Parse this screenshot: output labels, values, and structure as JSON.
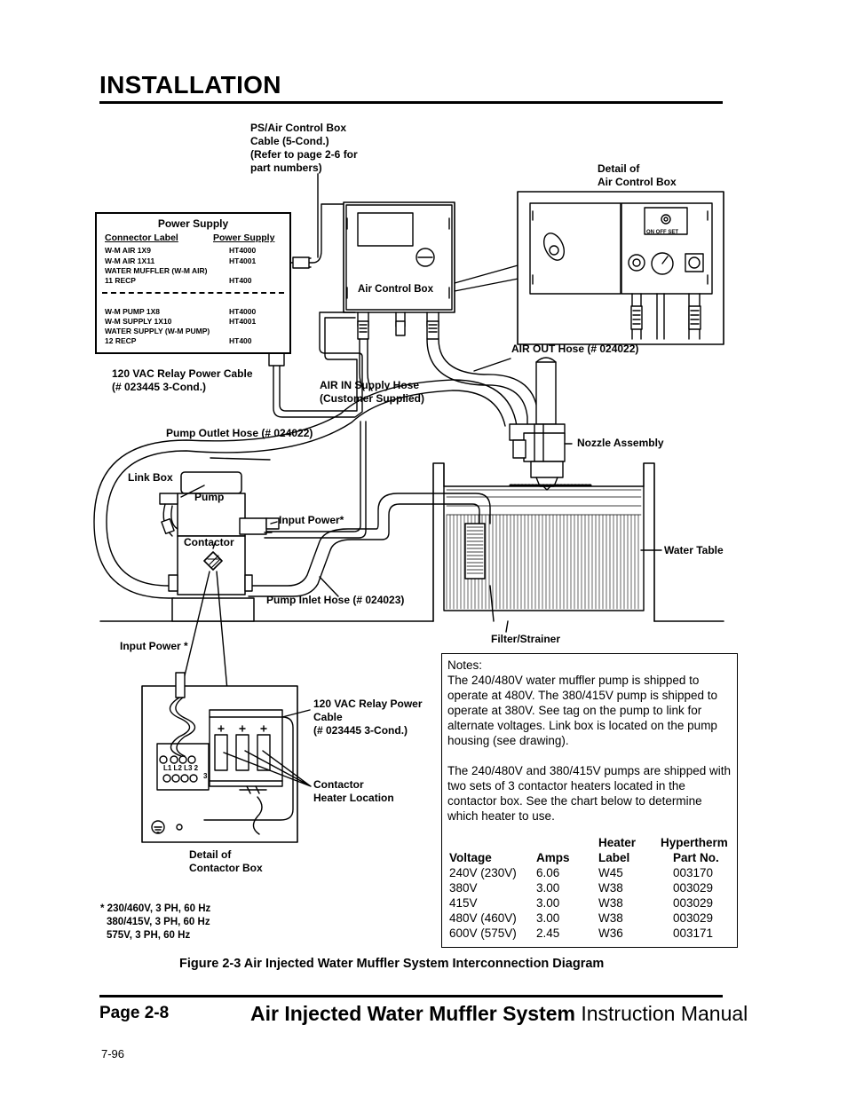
{
  "header": {
    "title": "INSTALLATION"
  },
  "labels": {
    "ps_cable": [
      "PS/Air Control Box",
      "Cable (5-Cond.)",
      "(Refer to page 2-6 for",
      "part numbers)"
    ],
    "detail_air": [
      "Detail of",
      "Air Control Box"
    ],
    "air_control_box": "Air Control Box",
    "air_out_hose": "AIR OUT Hose (# 024022)",
    "relay_cable_top": [
      "120 VAC Relay Power Cable",
      "(# 023445 3-Cond.)"
    ],
    "air_in_hose": [
      "AIR IN Supply Hose",
      "(Customer Supplied)"
    ],
    "pump_outlet_hose": "Pump Outlet Hose (# 024022)",
    "nozzle_assembly": "Nozzle Assembly",
    "link_box": "Link Box",
    "pump": "Pump",
    "input_power_star": "Input Power*",
    "contactor": "Contactor",
    "water_table": "Water Table",
    "pump_inlet_hose": "Pump Inlet Hose (# 024023)",
    "filter_strainer": "Filter/Strainer",
    "input_power_2": "Input Power *",
    "relay_cable_bottom": [
      "120 VAC Relay Power",
      "Cable",
      "(# 023445 3-Cond.)"
    ],
    "contactor_heater": [
      "Contactor",
      "Heater Location"
    ],
    "detail_contactor": [
      "Detail of",
      "Contactor Box"
    ],
    "air_panel_switch": "ON   OFF  SET",
    "terminal_labels": "L1  L2 L3   2",
    "terminal_3": "3"
  },
  "power_supply": {
    "title": "Power Supply",
    "col1": "Connector Label",
    "col2": "Power Supply",
    "group1": [
      {
        "label": "W-M AIR 1X9",
        "ps": "HT4000"
      },
      {
        "label": "W-M AIR 1X11",
        "ps": "HT4001"
      },
      {
        "label": "WATER MUFFLER (W-M AIR)",
        "ps": ""
      },
      {
        "label": "11 RECP",
        "ps": "HT400"
      }
    ],
    "group2": [
      {
        "label": "W-M PUMP 1X8",
        "ps": "HT4000"
      },
      {
        "label": "W-M SUPPLY 1X10",
        "ps": "HT4001"
      },
      {
        "label": "WATER SUPPLY (W-M PUMP)",
        "ps": ""
      },
      {
        "label": "12 RECP",
        "ps": "HT400"
      }
    ]
  },
  "notes": {
    "heading": "Notes:",
    "p1": "The 240/480V water muffler pump is shipped to operate at 480V.  The 380/415V pump is shipped to operate at 380V.  See tag on the pump to link for alternate voltages.  Link box is located on the pump housing (see drawing).",
    "p2": "The 240/480V and 380/415V pumps are shipped with two sets of 3 contactor heaters located in the contactor box.  See the chart below to determine which heater to use.",
    "table_head_top": {
      "heater": "Heater",
      "hypertherm": "Hypertherm"
    },
    "table_head": {
      "voltage": "Voltage",
      "amps": "Amps",
      "label": "Label",
      "part": "Part No."
    },
    "rows": [
      {
        "voltage": "240V (230V)",
        "amps": "6.06",
        "label": "W45",
        "part": "003170"
      },
      {
        "voltage": "380V",
        "amps": "3.00",
        "label": "W38",
        "part": "003029"
      },
      {
        "voltage": "415V",
        "amps": "3.00",
        "label": "W38",
        "part": "003029"
      },
      {
        "voltage": "480V (460V)",
        "amps": "3.00",
        "label": "W38",
        "part": "003029"
      },
      {
        "voltage": "600V (575V)",
        "amps": "2.45",
        "label": "W36",
        "part": "003171"
      }
    ]
  },
  "footnote": [
    "* 230/460V, 3 PH, 60 Hz",
    "380/415V, 3 PH, 60 Hz",
    "575V, 3 PH, 60 Hz"
  ],
  "caption": "Figure 2-3  Air Injected Water Muffler System Interconnection Diagram",
  "footer": {
    "page": "Page 2-8",
    "title_bold": "Air Injected Water Muffler System",
    "title_rest": " Instruction Manual",
    "date": "7-96"
  }
}
